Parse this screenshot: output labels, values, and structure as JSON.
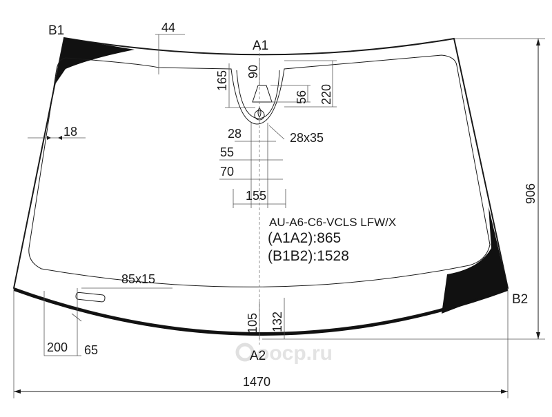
{
  "diagram": {
    "model_code": "AU-A6-C6-VCLS LFW/X",
    "dimension_a": "(A1A2):865",
    "dimension_b": "(B1B2):1528",
    "points": {
      "a1": "A1",
      "a2": "A2",
      "b1": "B1",
      "b2": "B2"
    },
    "dimensions": {
      "overall_width": "1470",
      "overall_height": "906",
      "top_band": "44",
      "side_band": "18",
      "bracket_height": "165",
      "bracket_top": "90",
      "sensor_56": "56",
      "sensor_220": "220",
      "w28": "28",
      "size_28x35": "28x35",
      "w55": "55",
      "w70": "70",
      "w155": "155",
      "vin_size": "85x15",
      "bottom_105": "105",
      "bottom_132": "132",
      "left_200": "200",
      "left_65": "65"
    },
    "watermark": "oocp.ru"
  }
}
